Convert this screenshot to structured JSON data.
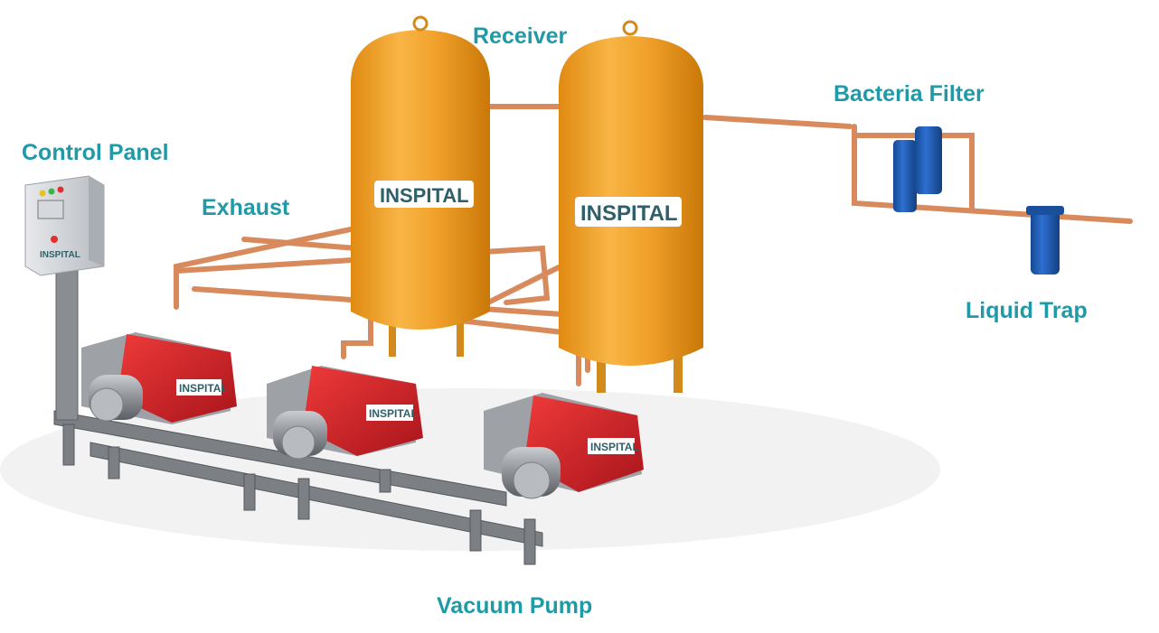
{
  "labels": {
    "receiver": "Receiver",
    "bacteria_filter": "Bacteria Filter",
    "control_panel": "Control Panel",
    "exhaust": "Exhaust",
    "liquid_trap": "Liquid Trap",
    "vacuum_pump": "Vacuum Pump"
  },
  "brand": {
    "logo_text": "INSPITAL"
  },
  "colors": {
    "label": "#1f9aa6",
    "tank": "#f0a22a",
    "pump": "#d8232a",
    "pipe": "#d88a5c",
    "filter": "#1d56a8",
    "frame": "#7c8085"
  }
}
